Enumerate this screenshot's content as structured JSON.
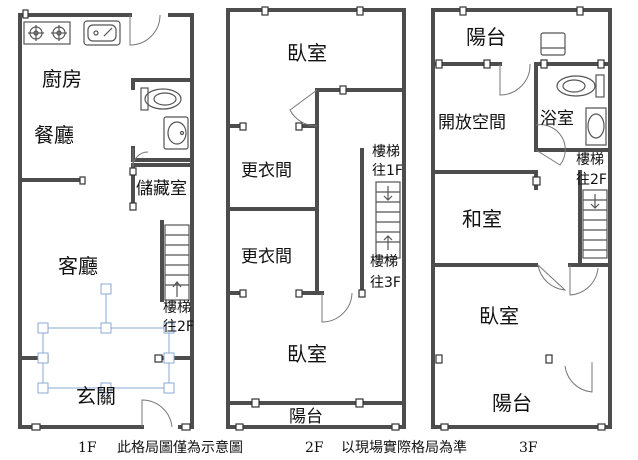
{
  "floors": {
    "f1": {
      "label": "1F",
      "rooms": {
        "kitchen": "廚房",
        "dining": "餐廳",
        "storage": "儲藏室",
        "living": "客廳",
        "entrance": "玄關"
      },
      "stairs": [
        "樓梯",
        "往2F"
      ]
    },
    "f2": {
      "label": "2F",
      "rooms": {
        "bedroom_top": "臥室",
        "closet_1": "更衣間",
        "closet_2": "更衣間",
        "bedroom_bottom": "臥室",
        "balcony": "陽台"
      },
      "stairs_down": [
        "樓梯",
        "往1F"
      ],
      "stairs_up": [
        "樓梯",
        "往3F"
      ]
    },
    "f3": {
      "label": "3F",
      "rooms": {
        "balcony_top": "陽台",
        "open_space": "開放空間",
        "bathroom": "浴室",
        "tatami": "和室",
        "bedroom": "臥室",
        "balcony_bottom": "陽台"
      },
      "stairs": [
        "樓梯",
        "往2F"
      ]
    }
  },
  "footer": {
    "note1": "此格局圖僅為示意圖",
    "note2": "以現場實際格局為準"
  }
}
